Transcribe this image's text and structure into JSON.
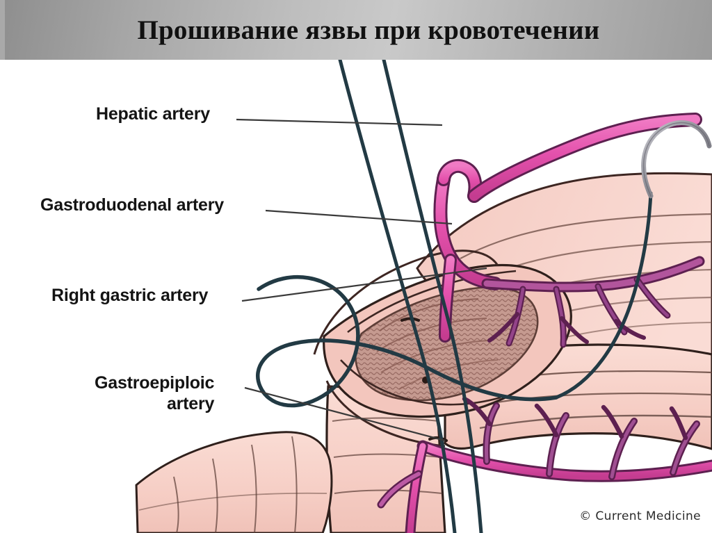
{
  "slide": {
    "title": "Прошивание язвы при кровотечении",
    "background_color": "#ffffff",
    "header_gradient_from": "#8e8e8e",
    "header_gradient_to": "#c9c9c9"
  },
  "illustration": {
    "subject": "suture-ligation-of-bleeding-duodenal-ulcer",
    "credit": "© Current Medicine",
    "colors": {
      "artery_fill": "#e85cb2",
      "artery_outline": "#5d2050",
      "organ_fill": "#f6cfc6",
      "organ_fill_light": "#fadbd4",
      "organ_outline": "#3d2622",
      "mucosa_fill": "#c99d94",
      "mucosa_dark": "#8f6259",
      "suture_thread": "#223a44",
      "needle": "#8d8d94",
      "leader_line": "#3a3a3a"
    },
    "labels": [
      {
        "id": "hepatic",
        "text": "Hepatic artery"
      },
      {
        "id": "gastroduodenal",
        "text": "Gastroduodenal artery"
      },
      {
        "id": "rightgastric",
        "text": "Right gastric artery"
      },
      {
        "id": "gastroepiploic",
        "line1": "Gastroepiploic",
        "line2": "artery"
      }
    ]
  }
}
